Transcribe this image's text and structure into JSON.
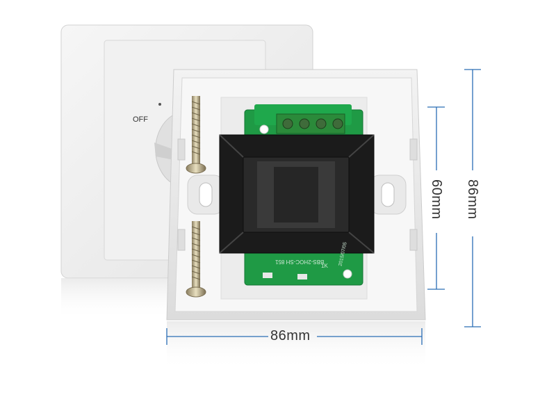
{
  "product": {
    "knob_label": "OFF",
    "pcb_marking": "BBS-2HOC-SH 851",
    "pcb_date": "2015/07/05",
    "pcb_tag": "1K"
  },
  "dimensions": {
    "width": "86mm",
    "height_outer": "86mm",
    "height_inner": "60mm",
    "line_color": "#2a6db5"
  }
}
